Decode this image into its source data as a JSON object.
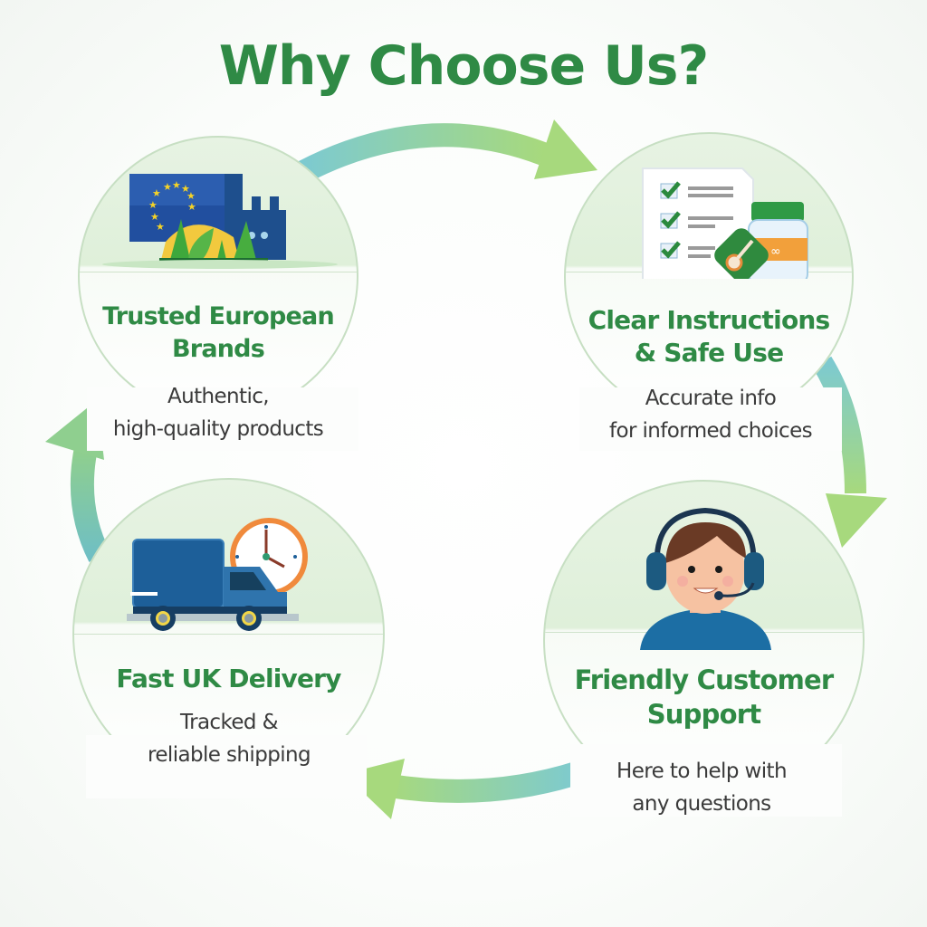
{
  "title": "Why Choose Us?",
  "colors": {
    "title_green": "#2f8a45",
    "arrow_start": "#7dcad0",
    "arrow_end": "#a7d97d",
    "eu_blue": "#1f4f9c",
    "truck_blue": "#1d5f99",
    "clock_orange": "#f08a3c"
  },
  "features": [
    {
      "id": "trusted-european-brands",
      "heading_line1": "Trusted European",
      "heading_line2": "Brands",
      "sub_line1": "Authentic,",
      "sub_line2": "high-quality products",
      "icon": "eu-flag-castle-icon"
    },
    {
      "id": "clear-instructions",
      "heading_line1": "Clear Instructions",
      "heading_line2": "& Safe Use",
      "sub_line1": "Accurate info",
      "sub_line2": "for informed choices",
      "icon": "checklist-bottle-icon"
    },
    {
      "id": "fast-uk-delivery",
      "heading_line1": "Fast UK Delivery",
      "heading_line2": "",
      "sub_line1": "Tracked &",
      "sub_line2": "reliable shipping",
      "icon": "truck-clock-icon"
    },
    {
      "id": "friendly-customer-support",
      "heading_line1": "Friendly Customer",
      "heading_line2": "Support",
      "sub_line1": "Here to help with",
      "sub_line2": "any questions",
      "icon": "headset-agent-icon"
    }
  ],
  "cycle_arrows": [
    {
      "from": "trusted-european-brands",
      "to": "clear-instructions",
      "direction": "right"
    },
    {
      "from": "clear-instructions",
      "to": "friendly-customer-support",
      "direction": "down"
    },
    {
      "from": "friendly-customer-support",
      "to": "fast-uk-delivery",
      "direction": "left"
    },
    {
      "from": "fast-uk-delivery",
      "to": "trusted-european-brands",
      "direction": "up"
    }
  ]
}
